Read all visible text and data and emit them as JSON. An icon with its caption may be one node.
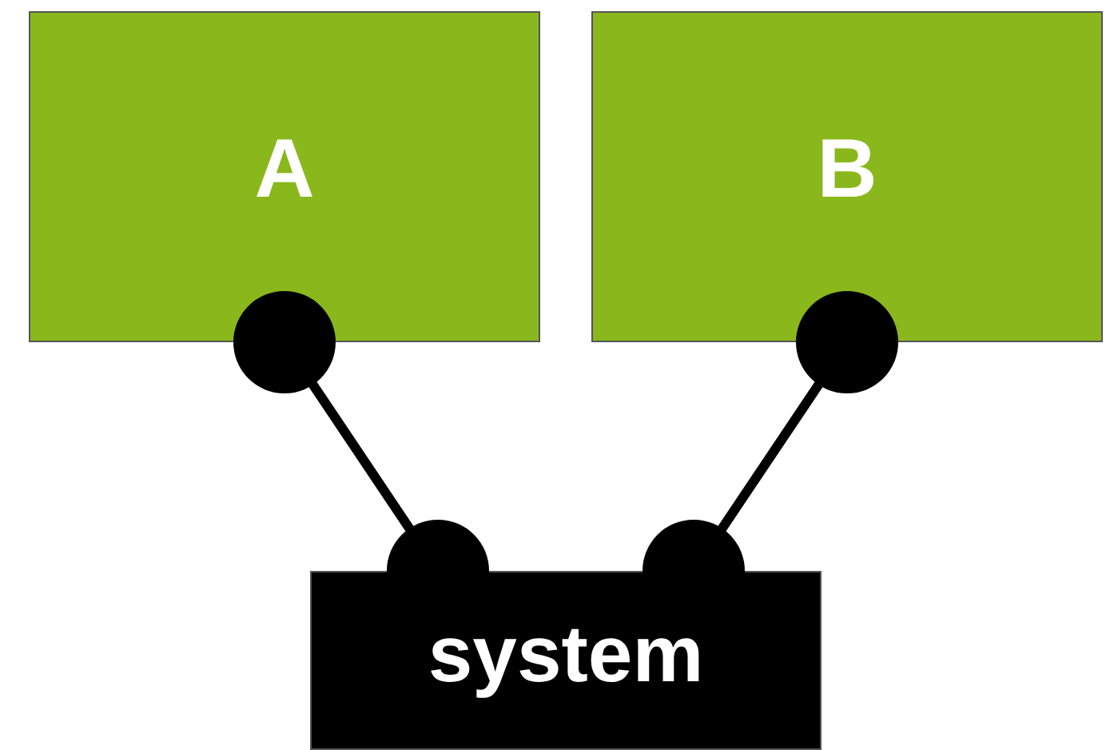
{
  "diagram": {
    "nodes": [
      {
        "text": [
          "A"
        ]
      },
      {
        "text": [
          "B"
        ]
      },
      {
        "text": [
          "system"
        ]
      }
    ],
    "edges": [
      {
        "from": 0,
        "to": 2,
        "arrow": "other"
      },
      {
        "from": 1,
        "to": 2,
        "arrow": "other"
      }
    ]
  }
}
